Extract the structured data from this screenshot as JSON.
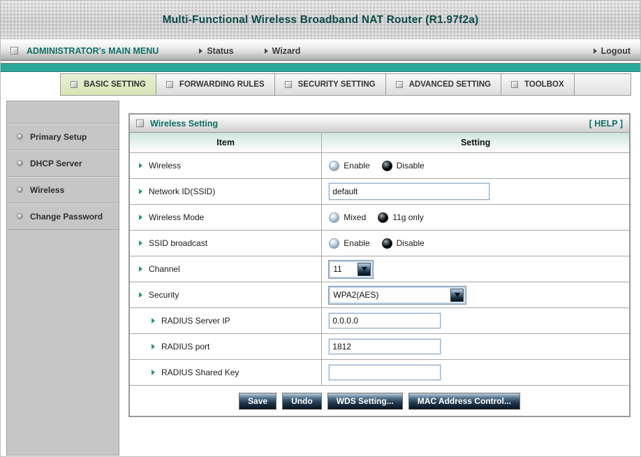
{
  "title_bar": {
    "title": "Multi-Functional Wireless Broadband NAT Router (R1.97f2a)"
  },
  "menubar": {
    "main_menu": "ADMINISTRATOR's MAIN MENU",
    "status": "Status",
    "wizard": "Wizard",
    "logout": "Logout"
  },
  "tabs": {
    "items": [
      "BASIC SETTING",
      "FORWARDING RULES",
      "SECURITY SETTING",
      "ADVANCED SETTING",
      "TOOLBOX"
    ],
    "active": "BASIC SETTING"
  },
  "sidebar": {
    "items": [
      "Primary Setup",
      "DHCP Server",
      "Wireless",
      "Change Password"
    ]
  },
  "panel": {
    "title": "Wireless Setting",
    "help_label": "[ HELP ]",
    "headers": {
      "item": "Item",
      "setting": "Setting"
    },
    "rows": [
      {
        "label": "Wireless",
        "type": "radio",
        "indent": false,
        "options": [
          {
            "label": "Enable",
            "selected": false
          },
          {
            "label": "Disable",
            "selected": true
          }
        ]
      },
      {
        "label": "Network ID(SSID)",
        "type": "text",
        "indent": false,
        "value": "default"
      },
      {
        "label": "Wireless Mode",
        "type": "radio",
        "indent": false,
        "options": [
          {
            "label": "Mixed",
            "selected": false
          },
          {
            "label": "11g only",
            "selected": true
          }
        ]
      },
      {
        "label": "SSID broadcast",
        "type": "radio",
        "indent": false,
        "options": [
          {
            "label": "Enable",
            "selected": false
          },
          {
            "label": "Disable",
            "selected": true
          }
        ]
      },
      {
        "label": "Channel",
        "type": "select",
        "indent": false,
        "value": "11"
      },
      {
        "label": "Security",
        "type": "select",
        "indent": false,
        "value": "WPA2(AES)"
      },
      {
        "label": "RADIUS Server IP",
        "type": "text",
        "indent": true,
        "value": "0.0.0.0"
      },
      {
        "label": "RADIUS port",
        "type": "text",
        "indent": true,
        "value": "1812"
      },
      {
        "label": "RADIUS Shared Key",
        "type": "text",
        "indent": true,
        "value": ""
      }
    ],
    "buttons": [
      "Save",
      "Undo",
      "WDS Setting...",
      "MAC Address Control..."
    ]
  },
  "icons": {
    "square_bullet": "css-beveled-square",
    "arrow_bullet": "▶",
    "menu_arrow": "▸",
    "dropdown_arrow": "▼",
    "radio_selected": "●",
    "radio_unselected": "○",
    "sidebar_dot": "•"
  },
  "colors": {
    "accent_teal": "#0e6e62",
    "band_teal": "#2aa79b",
    "title_teal": "#0c4b45",
    "active_tab_bg": "#dce6b8",
    "sidebar_gray": "#c6c6c6",
    "button_dark": "#0a1624"
  }
}
